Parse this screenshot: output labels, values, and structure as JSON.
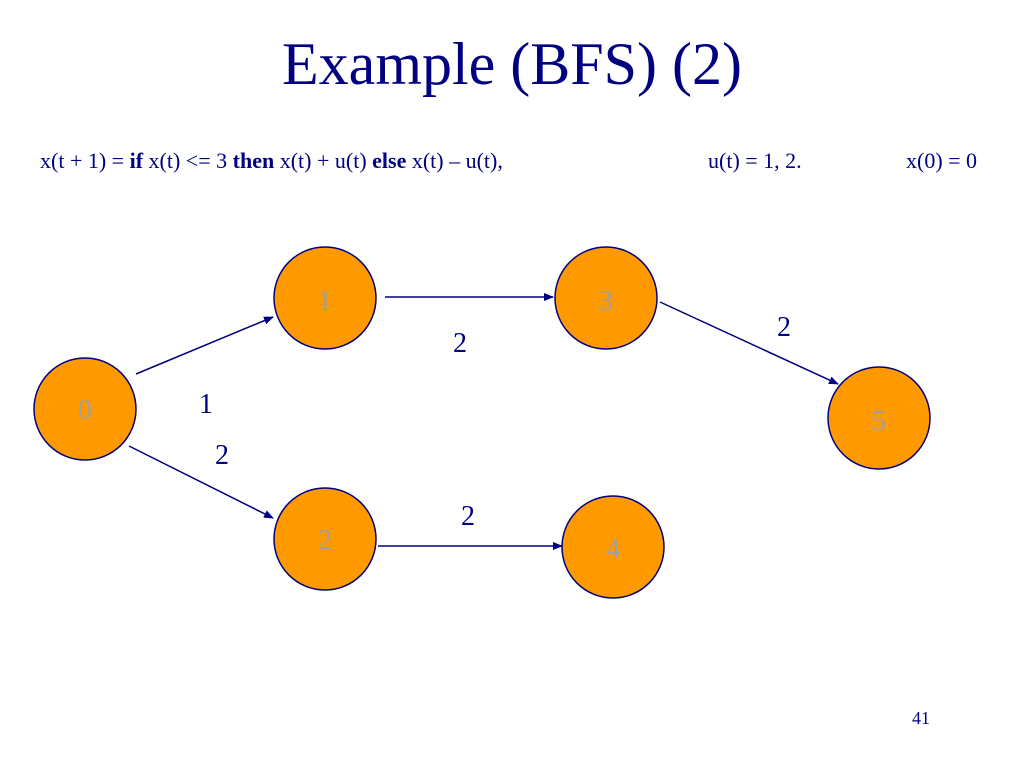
{
  "slide": {
    "title": "Example (BFS) (2)",
    "page_number": "41"
  },
  "formula": {
    "p1": "x(t + 1) = ",
    "kw_if": "if",
    "p2": " x(t) <= 3 ",
    "kw_then": "then",
    "p3": " x(t) + u(t) ",
    "kw_else": "else",
    "p4": " x(t) – u(t),",
    "controls": "u(t) = 1, 2.",
    "initial": "x(0) = 0"
  },
  "colors": {
    "text": "#000080",
    "node_fill": "#FF9900",
    "node_stroke": "#000080",
    "node_label": "#A0A0A0",
    "edge": "#000080"
  },
  "graph": {
    "nodes": [
      {
        "id": "0",
        "label": "0"
      },
      {
        "id": "1",
        "label": "1"
      },
      {
        "id": "2",
        "label": "2"
      },
      {
        "id": "3",
        "label": "3"
      },
      {
        "id": "4",
        "label": "4"
      },
      {
        "id": "5",
        "label": "5"
      }
    ],
    "edges": [
      {
        "from": "0",
        "to": "1"
      },
      {
        "from": "0",
        "to": "2"
      },
      {
        "from": "1",
        "to": "3"
      },
      {
        "from": "2",
        "to": "4"
      },
      {
        "from": "3",
        "to": "5"
      }
    ],
    "edge_labels": [
      "1",
      "2",
      "2",
      "2",
      "2"
    ]
  }
}
